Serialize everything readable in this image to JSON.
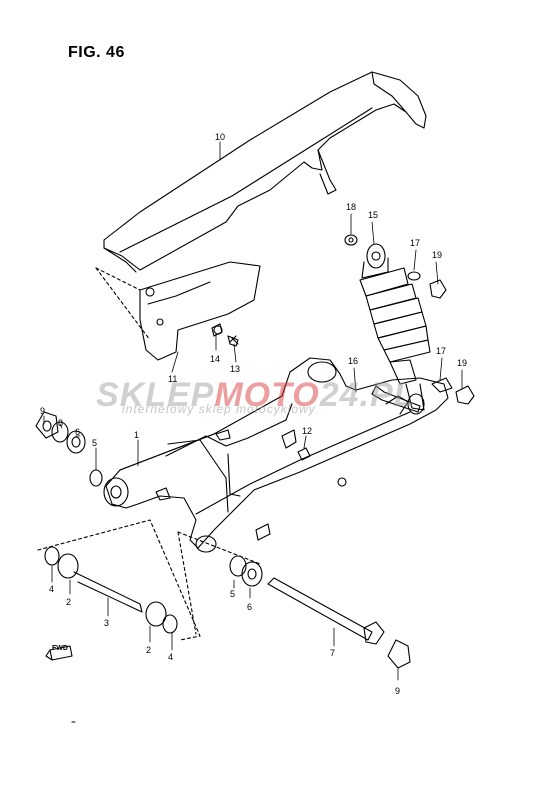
{
  "figure": {
    "title": "FIG. 46"
  },
  "watermark": {
    "brand_part1": "SKLEP",
    "brand_part2": "MOTO",
    "brand_part3": "24.PL",
    "tagline": "internetowy sklep motocyklowy"
  },
  "fwd_label": "FWD",
  "callouts": [
    {
      "id": "c10a",
      "label": "10"
    },
    {
      "id": "c18",
      "label": "18"
    },
    {
      "id": "c15",
      "label": "15"
    },
    {
      "id": "c17a",
      "label": "17"
    },
    {
      "id": "c19a",
      "label": "19"
    },
    {
      "id": "c14",
      "label": "14"
    },
    {
      "id": "c13",
      "label": "13"
    },
    {
      "id": "c11",
      "label": "11"
    },
    {
      "id": "c16",
      "label": "16"
    },
    {
      "id": "c17b",
      "label": "17"
    },
    {
      "id": "c19b",
      "label": "19"
    },
    {
      "id": "c9a",
      "label": "9"
    },
    {
      "id": "c8",
      "label": "8"
    },
    {
      "id": "c6a",
      "label": "6"
    },
    {
      "id": "c5a",
      "label": "5"
    },
    {
      "id": "c1",
      "label": "1"
    },
    {
      "id": "c12",
      "label": "12"
    },
    {
      "id": "c4a",
      "label": "4"
    },
    {
      "id": "c2a",
      "label": "2"
    },
    {
      "id": "c3",
      "label": "3"
    },
    {
      "id": "c2b",
      "label": "2"
    },
    {
      "id": "c4b",
      "label": "4"
    },
    {
      "id": "c5b",
      "label": "5"
    },
    {
      "id": "c6b",
      "label": "6"
    },
    {
      "id": "c7",
      "label": "7"
    },
    {
      "id": "c9b",
      "label": "9"
    }
  ]
}
